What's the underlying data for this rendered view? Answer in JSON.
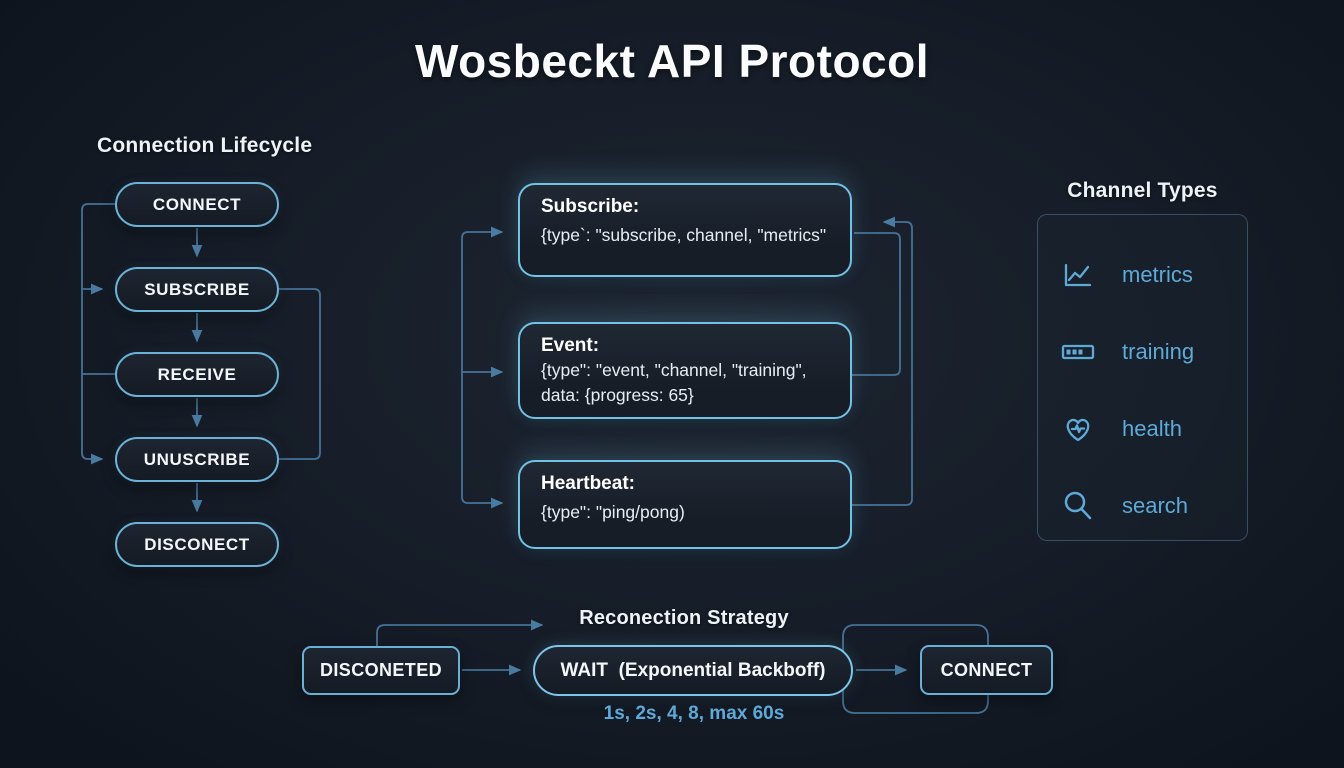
{
  "title": "Wosbeckt API Protocol",
  "lifecycle": {
    "heading": "Connection Lifecycle",
    "states": [
      "CONNECT",
      "SUBSCRIBE",
      "RECEIVE",
      "UNUSCRIBE",
      "DISCONECT"
    ]
  },
  "messages": [
    {
      "title": "Subscribe:",
      "lines": [
        "{type`: \"subscribe, channel, \"metrics\""
      ]
    },
    {
      "title": "Event:",
      "lines": [
        "{type\": \"event, \"channel, \"training\",",
        "data: {progress: 65}"
      ]
    },
    {
      "title": "Heartbeat:",
      "lines": [
        "{type\": \"ping/pong)"
      ]
    }
  ],
  "channels": {
    "heading": "Channel Types",
    "items": [
      {
        "icon": "line-chart-icon",
        "label": "metrics"
      },
      {
        "icon": "progress-bar-icon",
        "label": "training"
      },
      {
        "icon": "heart-pulse-icon",
        "label": "health"
      },
      {
        "icon": "magnifier-icon",
        "label": "search"
      }
    ]
  },
  "reconnection": {
    "heading": "Reconection Strategy",
    "nodes": [
      "DISCONETED",
      "WAIT  (Exponential Backboff)",
      "CONNECT"
    ],
    "caption": "1s, 2s, 4, 8, max 60s"
  },
  "colors": {
    "background": "#131a24",
    "accent_border": "#6cb2d6",
    "glow_border": "#7cc6ea",
    "blue_text": "#5ea9d8",
    "connector": "#4a7ba3",
    "title_text": "#fafcfe"
  }
}
